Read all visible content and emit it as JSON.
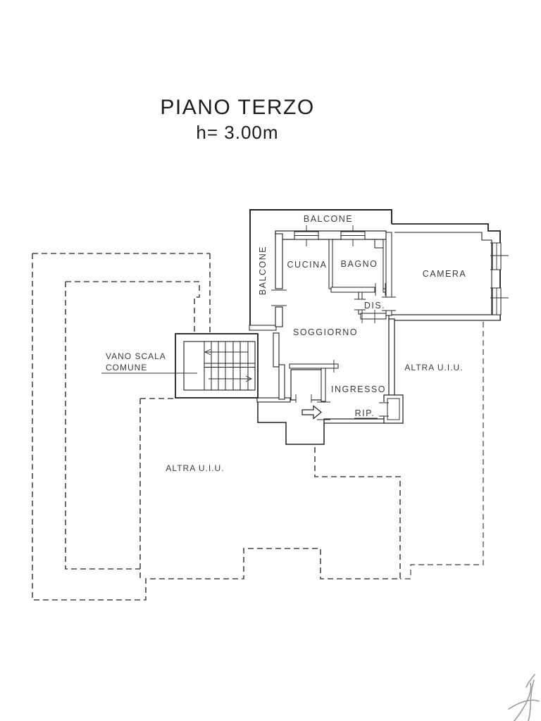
{
  "title": {
    "line1": "PIANO TERZO",
    "line2": "h= 3.00m"
  },
  "floor_plan": {
    "rooms": {
      "balcone_top": "BALCONE",
      "balcone_left": "BALCONE",
      "cucina": "CUCINA",
      "bagno": "BAGNO",
      "camera": "CAMERA",
      "dis": "DIS.",
      "soggiorno": "SOGGIORNO",
      "ingresso": "INGRESSO",
      "rip": "RIP."
    },
    "annotations": {
      "vano_scala_line1": "VANO SCALA",
      "vano_scala_line2": "COMUNE",
      "altra_uiu_right": "ALTRA U.I.U.",
      "altra_uiu_bottom": "ALTRA U.I.U."
    },
    "colors": {
      "wall": "#1e1e1e",
      "dashed_outline": "#474747",
      "dashed_outline_light": "#5c5c5c",
      "label": "#3a3a3a",
      "signature": "#9c9c9c",
      "background": "#ffffff"
    }
  }
}
